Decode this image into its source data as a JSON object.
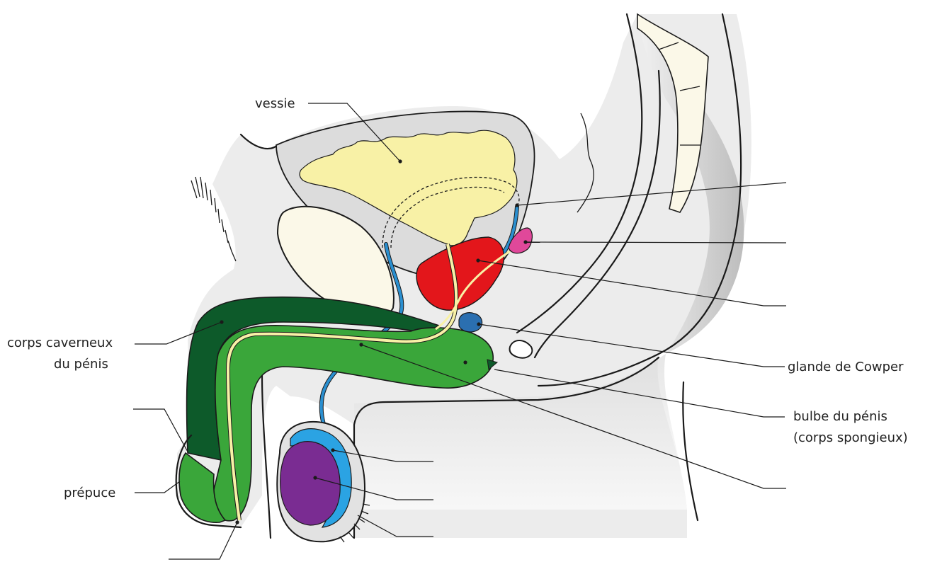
{
  "colors": {
    "skin": "#eeeeee",
    "cavity": "#dcdcdc",
    "bone": "#fbf8e8",
    "bladder": "#f8f1a6",
    "urethra": "#f8f1a6",
    "ureter": "#2a8fd0",
    "prostate": "#e3161b",
    "seminal_vesicle": "#e0489a",
    "cowper": "#2b6fb0",
    "corpus_cavernosum": "#0d5a2a",
    "corpus_spongiosum": "#3aa63a",
    "epididymis": "#2ba3e3",
    "testis": "#7a2c92",
    "outline": "#1a1a1a"
  },
  "labels": {
    "vessie": "vessie",
    "corps_caverneux_1": "corps caverneux",
    "corps_caverneux_2": "du pénis",
    "prepuce": "prépuce",
    "cowper": "glande de Cowper",
    "bulbe_1": "bulbe du pénis",
    "bulbe_2": "(corps spongieux)"
  }
}
